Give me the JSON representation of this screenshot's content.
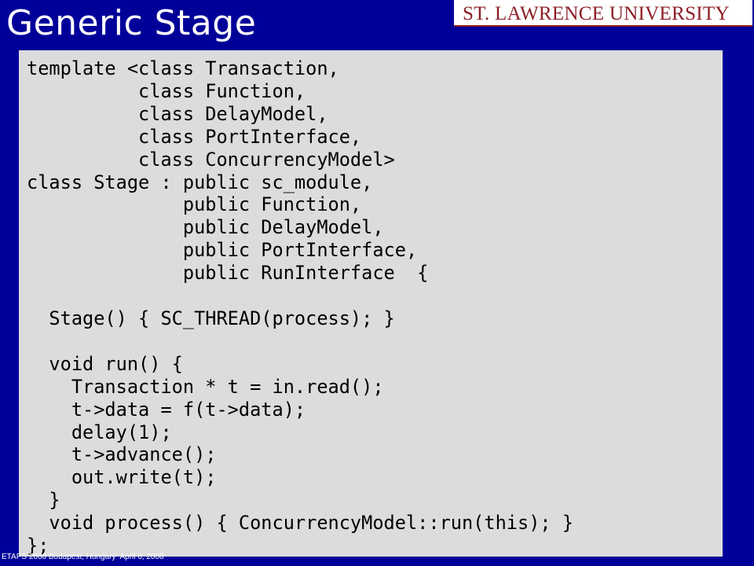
{
  "slide": {
    "title": "Generic Stage",
    "logo_text": "ST. LAWRENCE UNIVERSITY",
    "footer": "ETAPS 2008 Budapest, Hungary  April 6, 2008"
  },
  "code": [
    "template <class Transaction,",
    "          class Function,",
    "          class DelayModel,",
    "          class PortInterface,",
    "          class ConcurrencyModel>",
    "class Stage : public sc_module,",
    "              public Function,",
    "              public DelayModel,",
    "              public PortInterface,",
    "              public RunInterface  {",
    "",
    "  Stage() { SC_THREAD(process); }",
    "",
    "  void run() {",
    "    Transaction * t = in.read();",
    "    t->data = f(t->data);",
    "    delay(1);",
    "    t->advance();",
    "    out.write(t);",
    "  }",
    "  void process() { ConcurrencyModel::run(this); }",
    "};"
  ],
  "colors": {
    "background": "#000099",
    "panel": "#dcdcdc",
    "logo_red": "#8b1f26"
  }
}
